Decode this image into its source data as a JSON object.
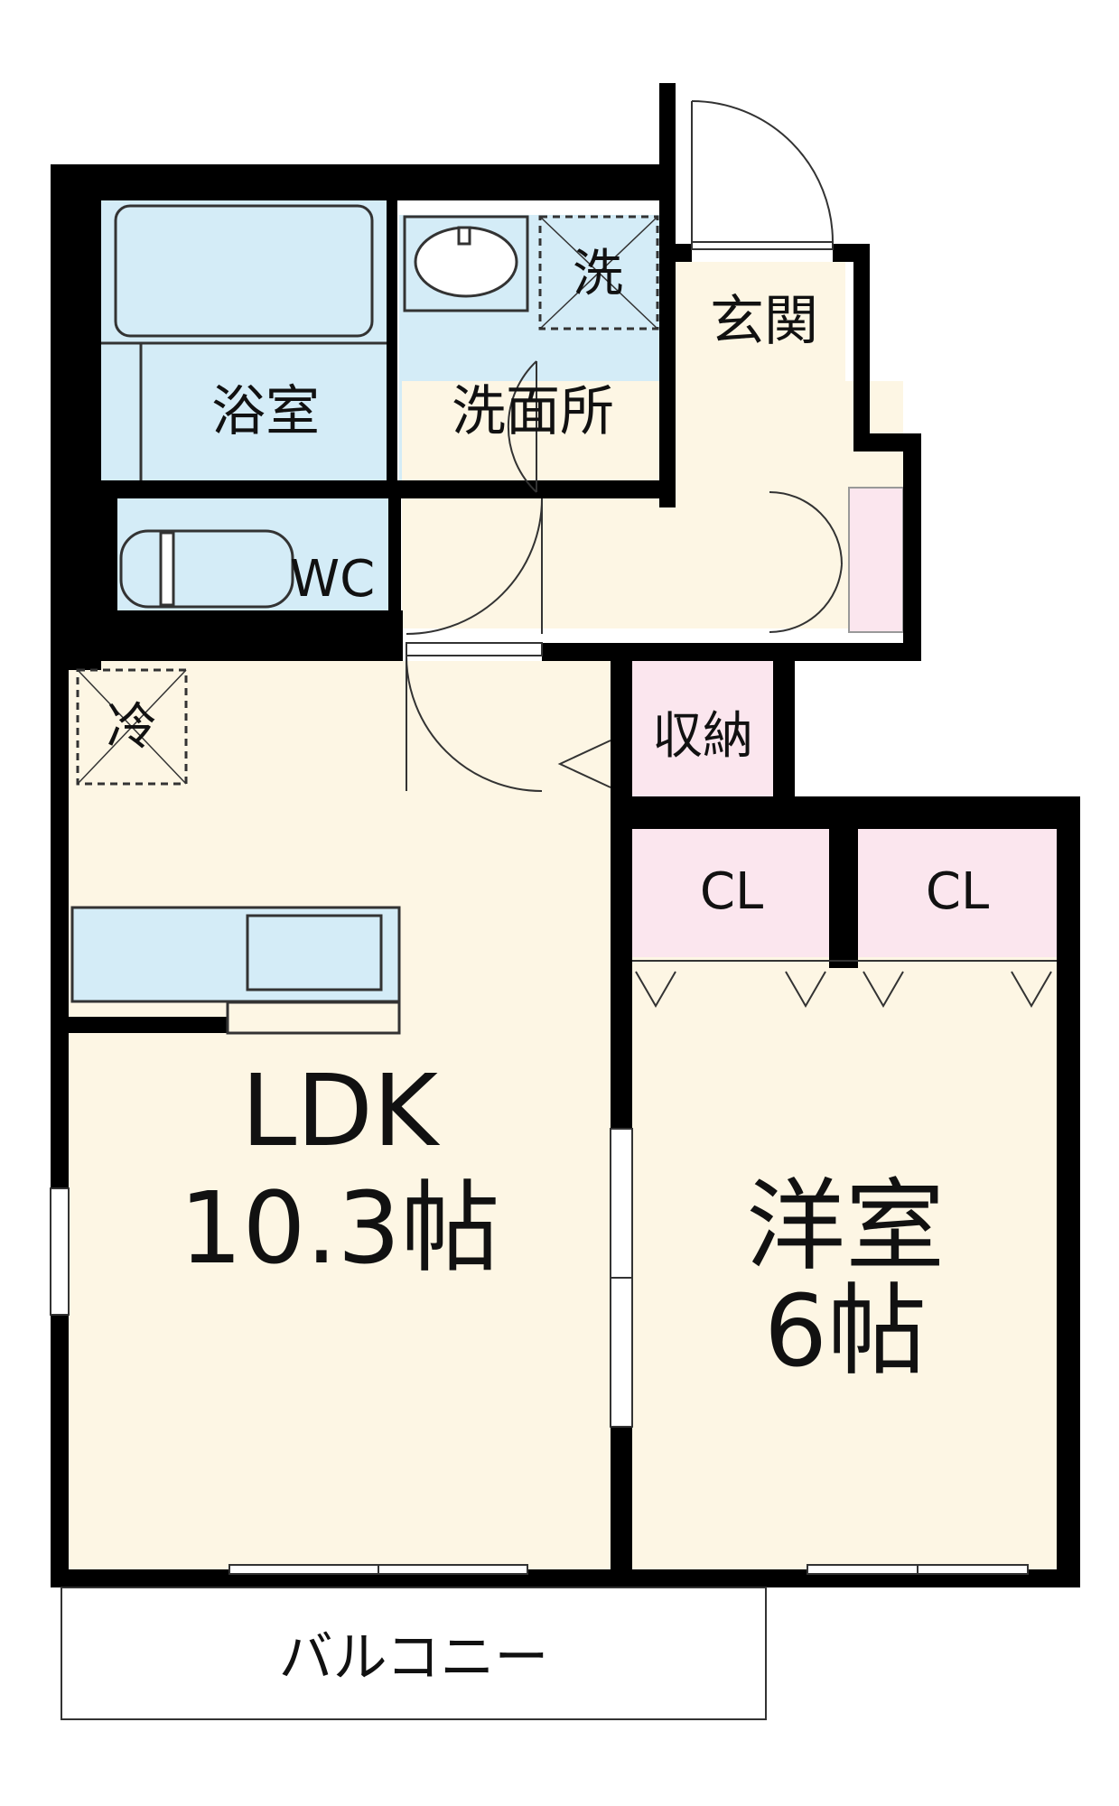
{
  "rooms": {
    "bathroom": "浴室",
    "washroom": "洗面所",
    "washer": "洗",
    "entrance": "玄関",
    "toilet": "WC",
    "fridge": "冷",
    "storage": "収納",
    "closet_left": "CL",
    "closet_right": "CL",
    "ldk_name": "LDK",
    "ldk_size": "10.3帖",
    "western_name": "洋室",
    "western_size": "6帖",
    "balcony": "バルコニー"
  },
  "colors": {
    "wall": "#000000",
    "wet_area": "#d4ecf7",
    "room_floor": "#fdf6e4",
    "closet": "#fbe6ee",
    "window": "#ffffff",
    "fixture_stroke": "#333333"
  }
}
